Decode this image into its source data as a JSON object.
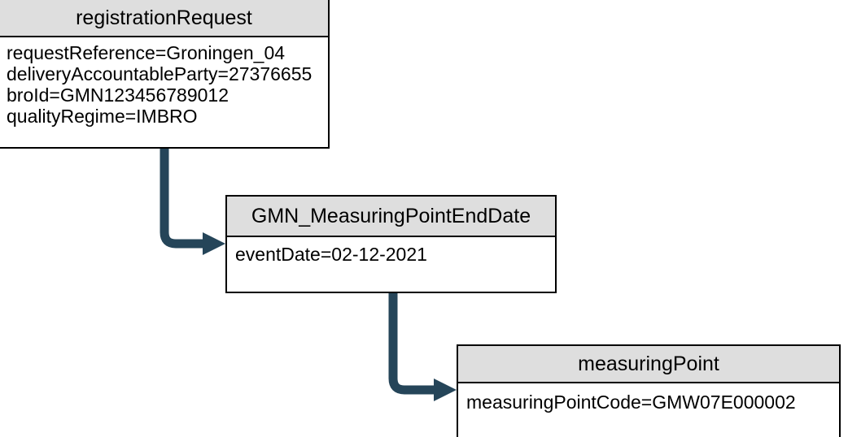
{
  "diagram": {
    "type": "object-instance-diagram",
    "background_color": "#ffffff",
    "border_color": "#000000",
    "header_fill": "#dedede",
    "connector_color": "#254559",
    "objects": [
      {
        "id": "registrationRequest",
        "title": "registrationRequest",
        "attributes": [
          "requestReference=Groningen_04",
          "deliveryAccountableParty=27376655",
          "broId=GMN123456789012",
          "qualityRegime=IMBRO"
        ]
      },
      {
        "id": "GMN_MeasuringPointEndDate",
        "title": "GMN_MeasuringPointEndDate",
        "attributes": [
          "eventDate=02-12-2021"
        ]
      },
      {
        "id": "measuringPoint",
        "title": "measuringPoint",
        "attributes": [
          "measuringPointCode=GMW07E000002"
        ]
      }
    ],
    "connectors": [
      {
        "id": "conn-1",
        "from": "registrationRequest",
        "to": "GMN_MeasuringPointEndDate",
        "style": "elbow-arrow"
      },
      {
        "id": "conn-2",
        "from": "GMN_MeasuringPointEndDate",
        "to": "measuringPoint",
        "style": "elbow-arrow"
      }
    ]
  }
}
